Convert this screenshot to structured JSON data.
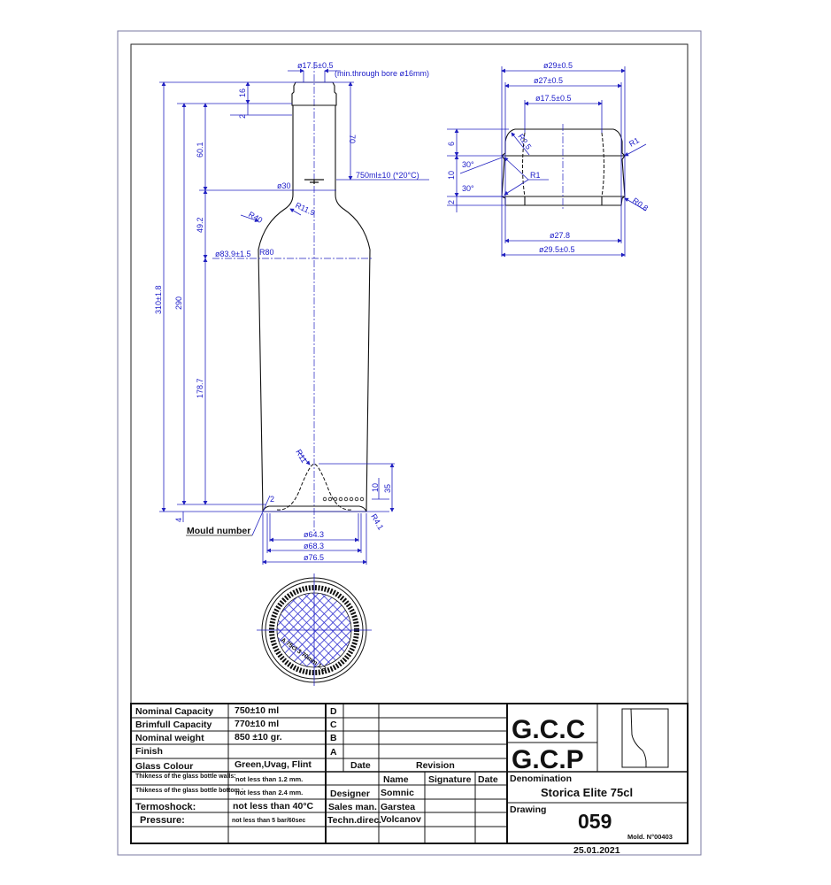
{
  "neck": {
    "finish_dia": "ø17.5±0.5",
    "bore": "(min.through  bore  ø16mm)",
    "fill_height": "70",
    "fill_level": "750ml±10  (*20°C)",
    "neck_dia": "ø30",
    "r_neck": "R11.9",
    "r_shoulder": "R40",
    "r_body": "R80",
    "body_dia": "ø83.9±1.5"
  },
  "heights": {
    "total": "310±1.8",
    "h290": "290",
    "h16": "16",
    "h2": "2",
    "h601": "60.1",
    "h492": "49.2",
    "h1787": "178.7",
    "h4": "4",
    "h35": "35",
    "h10": "10"
  },
  "base": {
    "r_punt": "R11",
    "r_heel": "R4.1",
    "mould_digit": "2",
    "mould_label": "Mould number",
    "d643": "ø64.3",
    "d683": "ø68.3",
    "d765": "ø76.5",
    "engraving": "A  75cl  3  70mm  1.2"
  },
  "finish_detail": {
    "d29": "ø29±0.5",
    "d27": "ø27±0.5",
    "d175": "ø17.5±0.5",
    "d278": "ø27.8",
    "d295": "ø29.5±0.5",
    "h6": "6",
    "h10": "10",
    "h2": "2",
    "a1": "30°",
    "a2": "30°",
    "r25": "R2.5",
    "r1a": "R1",
    "r1b": "R1",
    "r08": "R0.8"
  },
  "specs": [
    {
      "label": "Nominal Capacity",
      "value": "750±10 ml"
    },
    {
      "label": "Brimfull Capacity",
      "value": "770±10 ml"
    },
    {
      "label": "Nominal weight",
      "value": "850 ±10 gr."
    },
    {
      "label": "Finish",
      "value": ""
    },
    {
      "label": "Glass Colour",
      "value": "Green,Uvag, Flint"
    },
    {
      "label": "Thikness of the glass bottle walls:",
      "value": "not less than 1.2 mm."
    },
    {
      "label": "Thikness of the glass bottle bottom :",
      "value": "not less than 2.4 mm."
    },
    {
      "label": "Termoshock:",
      "value": "not less than 40°C"
    },
    {
      "label": "Pressure:",
      "value": "not less than 5 bar/60sec"
    }
  ],
  "revisions": {
    "letters": [
      "D",
      "C",
      "B",
      "A"
    ],
    "date_header": "Date",
    "revision_header": "Revision"
  },
  "signatures": {
    "headers": [
      "Name",
      "Signature",
      "Date"
    ],
    "rows": [
      {
        "role": "Designer",
        "name": "Somnic"
      },
      {
        "role": "Sales man.",
        "name": "Garstea"
      },
      {
        "role": "Techn.direc.",
        "name": "Volcanov"
      }
    ]
  },
  "company": {
    "line1": "G.C.C",
    "line2": "G.C.P"
  },
  "denomination": {
    "label": "Denomination",
    "value": "Storica Elite 75cl"
  },
  "drawing": {
    "label": "Drawing",
    "number": "059",
    "mold": "Mold.  N°00403",
    "date": "25.01.2021"
  }
}
